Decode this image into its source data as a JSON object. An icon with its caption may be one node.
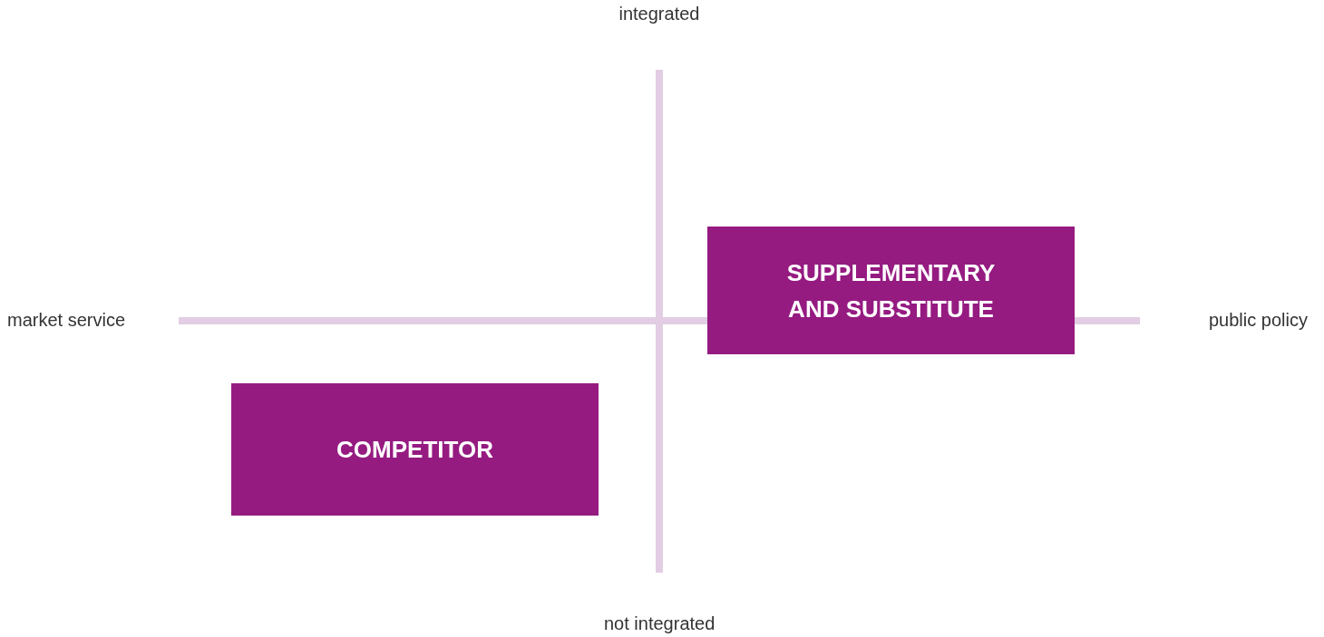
{
  "diagram": {
    "nodes": [
      {
        "text": [
          "SUPPLEMENTARY AND SUBSTITUTE"
        ]
      },
      {
        "text": [
          "COMPETITOR"
        ]
      }
    ],
    "labels": [
      "integrated",
      "market service",
      "public policy",
      "not integrated"
    ]
  }
}
